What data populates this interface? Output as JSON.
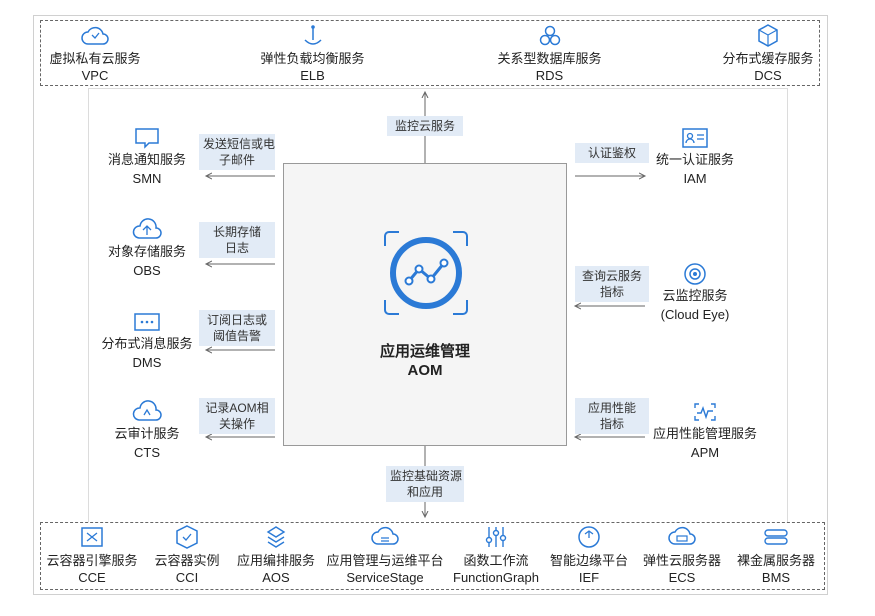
{
  "top_services": [
    {
      "cn": "虚拟私有云服务",
      "en": "VPC",
      "icon": "cloud-network-icon"
    },
    {
      "cn": "弹性负载均衡服务",
      "en": "ELB",
      "icon": "load-balancer-icon"
    },
    {
      "cn": "关系型数据库服务",
      "en": "RDS",
      "icon": "database-icon"
    },
    {
      "cn": "分布式缓存服务",
      "en": "DCS",
      "icon": "cache-cube-icon"
    }
  ],
  "bottom_services": [
    {
      "cn": "云容器引擎服务",
      "en": "CCE",
      "icon": "container-engine-icon"
    },
    {
      "cn": "云容器实例",
      "en": "CCI",
      "icon": "container-instance-icon"
    },
    {
      "cn": "应用编排服务",
      "en": "AOS",
      "icon": "orchestration-icon"
    },
    {
      "cn": "应用管理与运维平台",
      "en": "ServiceStage",
      "icon": "service-stage-icon"
    },
    {
      "cn": "函数工作流",
      "en": "FunctionGraph",
      "icon": "function-graph-icon"
    },
    {
      "cn": "智能边缘平台",
      "en": "IEF",
      "icon": "edge-platform-icon"
    },
    {
      "cn": "弹性云服务器",
      "en": "ECS",
      "icon": "cloud-server-icon"
    },
    {
      "cn": "裸金属服务器",
      "en": "BMS",
      "icon": "bare-metal-icon"
    }
  ],
  "left_services": [
    {
      "cn": "消息通知服务",
      "en": "SMN",
      "icon": "message-icon",
      "label": [
        "发送短信或电",
        "子邮件"
      ]
    },
    {
      "cn": "对象存储服务",
      "en": "OBS",
      "icon": "object-storage-icon",
      "label": [
        "长期存储",
        "日志"
      ]
    },
    {
      "cn": "分布式消息服务",
      "en": "DMS",
      "icon": "distributed-message-icon",
      "label": [
        "订阅日志或",
        "阈值告警"
      ]
    },
    {
      "cn": "云审计服务",
      "en": "CTS",
      "icon": "cloud-audit-icon",
      "label": [
        "记录AOM相",
        "关操作"
      ]
    }
  ],
  "right_services": [
    {
      "cn": "统一认证服务",
      "en": "IAM",
      "icon": "identity-icon",
      "label": [
        "认证鉴权"
      ]
    },
    {
      "cn": "云监控服务",
      "en": "(Cloud Eye)",
      "icon": "eye-icon",
      "label": [
        "查询云服务",
        "指标"
      ]
    },
    {
      "cn": "应用性能管理服务",
      "en": "APM",
      "icon": "performance-icon",
      "label": [
        "应用性能",
        "指标"
      ]
    }
  ],
  "center": {
    "title": "应用运维管理",
    "subtitle": "AOM",
    "icon": "aom-chart-icon"
  },
  "top_label": "监控云服务",
  "bottom_label": [
    "监控基础资源",
    "和应用"
  ],
  "colors": {
    "icon": "#2b7ad6",
    "label_bg": "#e2ebf6",
    "center_bg": "#f5f5f5",
    "arrow": "#666666"
  }
}
